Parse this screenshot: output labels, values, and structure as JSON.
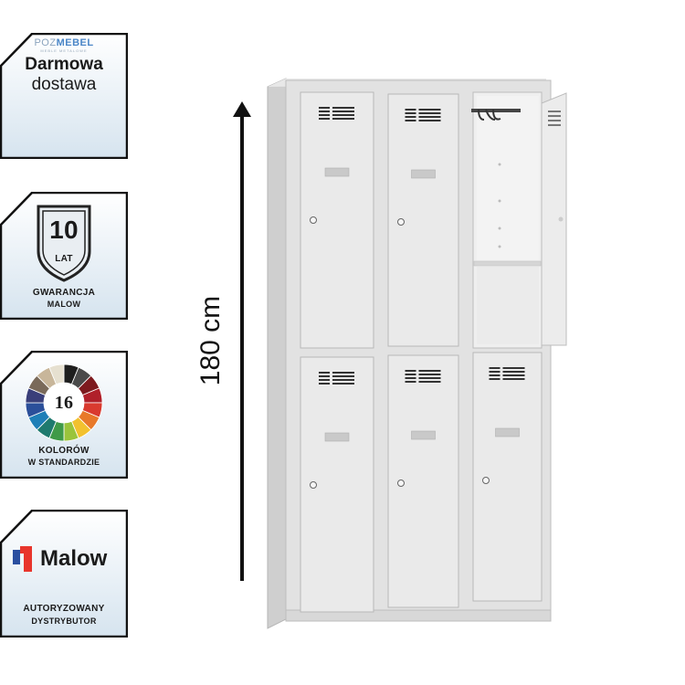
{
  "badges": {
    "delivery": {
      "brand_prefix": "POZ",
      "brand_highlight": "MEBEL",
      "brand_sub": "MEBLE METALOWE",
      "line1": "Darmowa",
      "line2": "dostawa"
    },
    "warranty": {
      "number": "10",
      "unit": "LAT",
      "caption1": "GWARANCJA",
      "caption2": "MALOW"
    },
    "colors": {
      "number": "16",
      "caption1": "KOLORÓW",
      "caption2": "W STANDARDZIE"
    },
    "distributor": {
      "brand": "Malow",
      "caption1": "AUTORYZOWANY",
      "caption2": "DYSTRYBUTOR"
    }
  },
  "dimension": {
    "height_label": "180 cm"
  },
  "product": {
    "name": "locker",
    "columns": 3,
    "rows": 2,
    "open_door": "top-right",
    "color": "#dcdcdc"
  }
}
